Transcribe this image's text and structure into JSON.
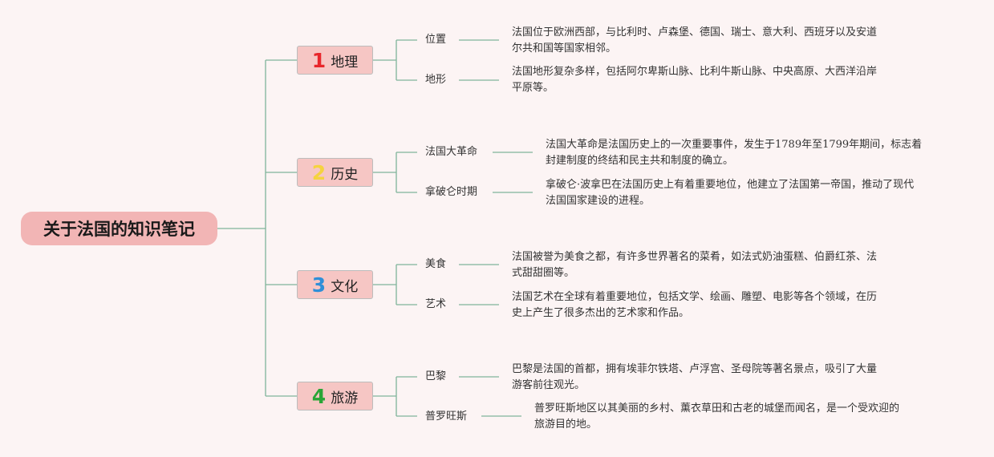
{
  "root": {
    "title": "关于法国的知识笔记"
  },
  "categories": [
    {
      "number": "1",
      "number_color": "#e8262b",
      "label": "地理",
      "items": [
        {
          "label": "位置",
          "desc_lines": [
            "法国位于欧洲西部，与比利时、卢森堡、德国、瑞士、意大利、西班牙以及安道",
            "尔共和国等国家相邻。"
          ]
        },
        {
          "label": "地形",
          "desc_lines": [
            "法国地形复杂多样，包括阿尔卑斯山脉、比利牛斯山脉、中央高原、大西洋沿岸",
            "平原等。"
          ]
        }
      ]
    },
    {
      "number": "2",
      "number_color": "#f5d33f",
      "label": "历史",
      "items": [
        {
          "label": "法国大革命",
          "desc_lines": [
            "法国大革命是法国历史上的一次重要事件，发生于1789年至1799年期间，标志着",
            "封建制度的终结和民主共和制度的确立。"
          ]
        },
        {
          "label": "拿破仑时期",
          "desc_lines": [
            "拿破仑·波拿巴在法国历史上有着重要地位，他建立了法国第一帝国，推动了现代",
            "法国国家建设的进程。"
          ]
        }
      ]
    },
    {
      "number": "3",
      "number_color": "#2f8fd8",
      "label": "文化",
      "items": [
        {
          "label": "美食",
          "desc_lines": [
            "法国被誉为美食之都，有许多世界著名的菜肴，如法式奶油蛋糕、伯爵红茶、法",
            "式甜甜圈等。"
          ]
        },
        {
          "label": "艺术",
          "desc_lines": [
            "法国艺术在全球有着重要地位，包括文学、绘画、雕塑、电影等各个领域，在历",
            "史上产生了很多杰出的艺术家和作品。"
          ]
        }
      ]
    },
    {
      "number": "4",
      "number_color": "#2aa537",
      "label": "旅游",
      "items": [
        {
          "label": "巴黎",
          "desc_lines": [
            "巴黎是法国的首都，拥有埃菲尔铁塔、卢浮宫、圣母院等著名景点，吸引了大量",
            "游客前往观光。"
          ]
        },
        {
          "label": "普罗旺斯",
          "desc_lines": [
            "普罗旺斯地区以其美丽的乡村、薰衣草田和古老的城堡而闻名，是一个受欢迎的",
            "旅游目的地。"
          ]
        }
      ]
    }
  ]
}
